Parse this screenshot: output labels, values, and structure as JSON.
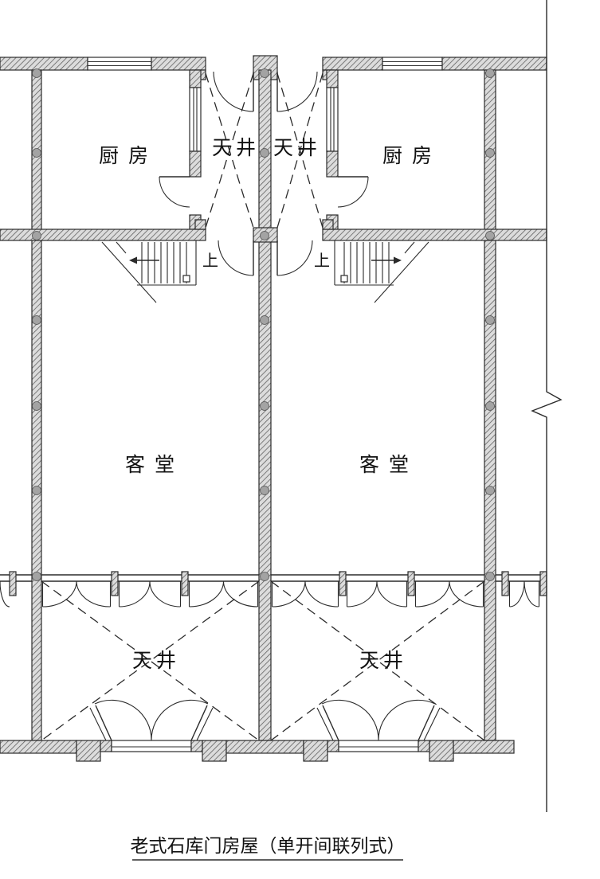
{
  "caption": "老式石库门房屋（单开间联列式）",
  "rooms": {
    "kitchen_left": "厨房",
    "kitchen_right": "厨房",
    "light_well_top_left": "天井",
    "light_well_top_right": "天井",
    "hall_left": "客堂",
    "hall_right": "客堂",
    "light_well_bottom_left": "天井",
    "light_well_bottom_right": "天井"
  },
  "stairs": {
    "left_label": "上",
    "right_label": "上"
  },
  "colors": {
    "line": "#2b2b2b",
    "hatch": "#5a5a5a",
    "background": "#ffffff"
  }
}
